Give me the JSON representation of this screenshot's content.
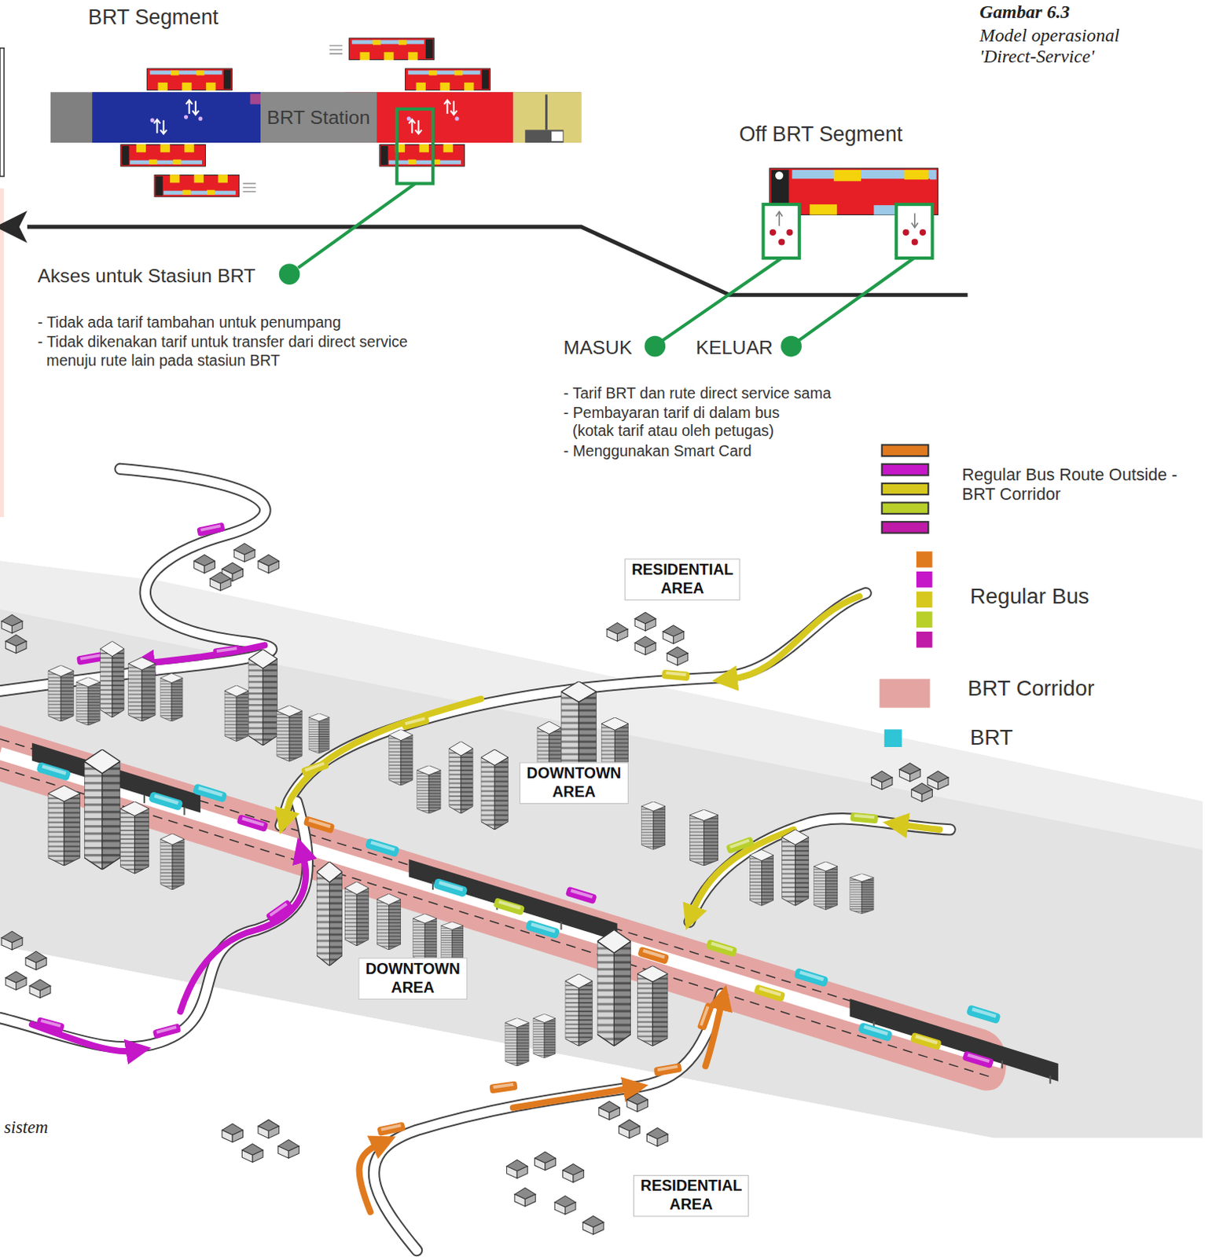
{
  "diagram": {
    "title": "Gambar 6.3",
    "caption": "Model operasional 'Direct-Service'",
    "nodes": [
      {
        "text": [
          "BRT Station"
        ]
      },
      {
        "text": [
          "RESIDENTIAL AREA"
        ]
      },
      {
        "text": [
          "DOWNTOWN AREA"
        ]
      },
      {
        "text": [
          "DOWNTOWN AREA"
        ]
      },
      {
        "text": [
          "RESIDENTIAL AREA"
        ]
      }
    ],
    "labels": [
      "BRT Segment",
      "Off BRT Segment",
      "Akses untuk Stasiun BRT",
      "- Tidak ada tarif tambahan untuk penumpang",
      "- Tidak dikenakan tarif untuk transfer dari direct service menuju rute lain pada stasiun BRT",
      "MASUK",
      "KELUAR",
      "- Tarif BRT dan rute direct service sama",
      "- Pembayaran tarif di dalam bus (kotak tarif atau oleh petugas)",
      "- Menggunakan Smart Card",
      "sistem"
    ],
    "legend": [
      {
        "text": "Regular Bus Route Outside - BRT Corridor"
      },
      {
        "text": "Regular Bus"
      },
      {
        "text": "BRT Corridor",
        "color": "#e4a5a2"
      },
      {
        "text": "BRT",
        "color": "#2fc4d6"
      }
    ]
  }
}
